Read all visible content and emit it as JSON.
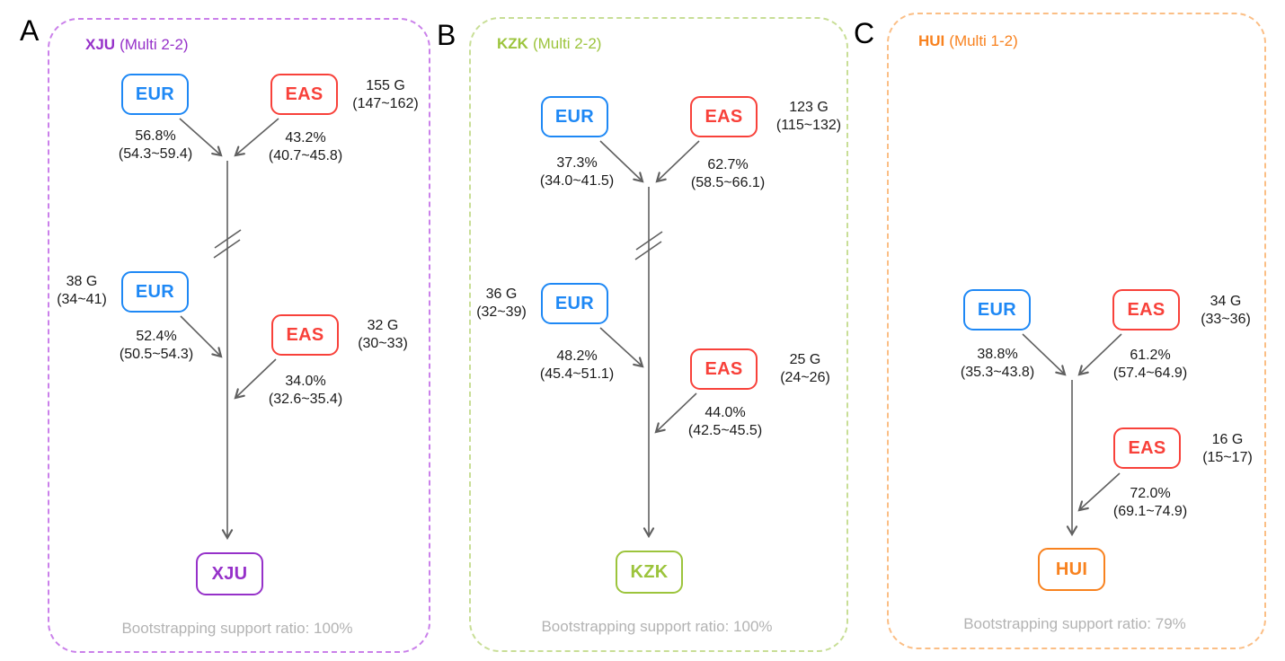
{
  "colors": {
    "eur_blue": "#1e88f5",
    "eas_red": "#f8413a",
    "xju_purple": "#9631c9",
    "xju_dash": "#ca80ea",
    "kzk_green": "#9cc43c",
    "kzk_dash": "#c8de96",
    "hui_orange": "#f8821f",
    "hui_dash": "#fbbe85",
    "arrow_gray": "#606060",
    "bootstrap_gray": "#b3b3b3"
  },
  "panels": [
    {
      "letter": "A",
      "title": "XJU",
      "subtitle": "(Multi 2-2)",
      "admixture_1": {
        "source_left": "EUR",
        "source_right": "EAS",
        "time": "155 G",
        "time_range": "(147~162)",
        "left_pct": "56.8%",
        "left_ci": "(54.3~59.4)",
        "right_pct": "43.2%",
        "right_ci": "(40.7~45.8)"
      },
      "admixture_2": {
        "source_left": "EUR",
        "left_time": "38 G",
        "left_time_range": "(34~41)",
        "left_pct": "52.4%",
        "left_ci": "(50.5~54.3)",
        "source_right": "EAS",
        "right_time": "32 G",
        "right_time_range": "(30~33)",
        "right_pct": "34.0%",
        "right_ci": "(32.6~35.4)"
      },
      "target": "XJU",
      "bootstrap": "Bootstrapping support ratio: 100%"
    },
    {
      "letter": "B",
      "title": "KZK",
      "subtitle": "(Multi 2-2)",
      "admixture_1": {
        "source_left": "EUR",
        "source_right": "EAS",
        "time": "123 G",
        "time_range": "(115~132)",
        "left_pct": "37.3%",
        "left_ci": "(34.0~41.5)",
        "right_pct": "62.7%",
        "right_ci": "(58.5~66.1)"
      },
      "admixture_2": {
        "source_left": "EUR",
        "left_time": "36 G",
        "left_time_range": "(32~39)",
        "left_pct": "48.2%",
        "left_ci": "(45.4~51.1)",
        "source_right": "EAS",
        "right_time": "25 G",
        "right_time_range": "(24~26)",
        "right_pct": "44.0%",
        "right_ci": "(42.5~45.5)"
      },
      "target": "KZK",
      "bootstrap": "Bootstrapping support ratio: 100%"
    },
    {
      "letter": "C",
      "title": "HUI",
      "subtitle": "(Multi 1-2)",
      "admixture_1": {
        "source_left": "EUR",
        "source_right": "EAS",
        "time": "34 G",
        "time_range": "(33~36)",
        "left_pct": "38.8%",
        "left_ci": "(35.3~43.8)",
        "right_pct": "61.2%",
        "right_ci": "(57.4~64.9)"
      },
      "admixture_2": {
        "source_right": "EAS",
        "right_time": "16 G",
        "right_time_range": "(15~17)",
        "right_pct": "72.0%",
        "right_ci": "(69.1~74.9)"
      },
      "target": "HUI",
      "bootstrap": "Bootstrapping support ratio: 79%"
    }
  ]
}
